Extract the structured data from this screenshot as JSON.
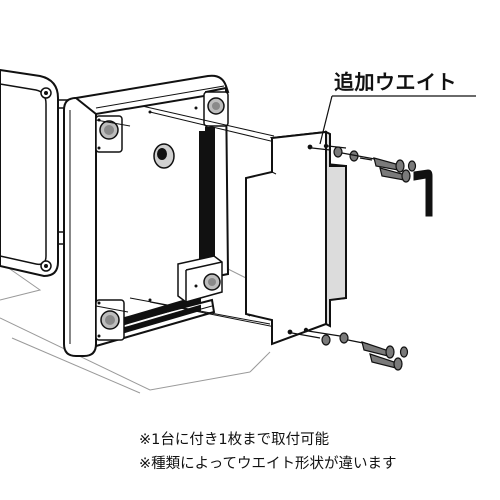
{
  "callout": {
    "label": "追加ウエイト"
  },
  "notes": [
    "※1台に付き1枚まで取付可能",
    "※種類によってウエイト形状が違います"
  ],
  "icons": [
    "weight-plate",
    "bolt",
    "washer",
    "hex-key"
  ]
}
